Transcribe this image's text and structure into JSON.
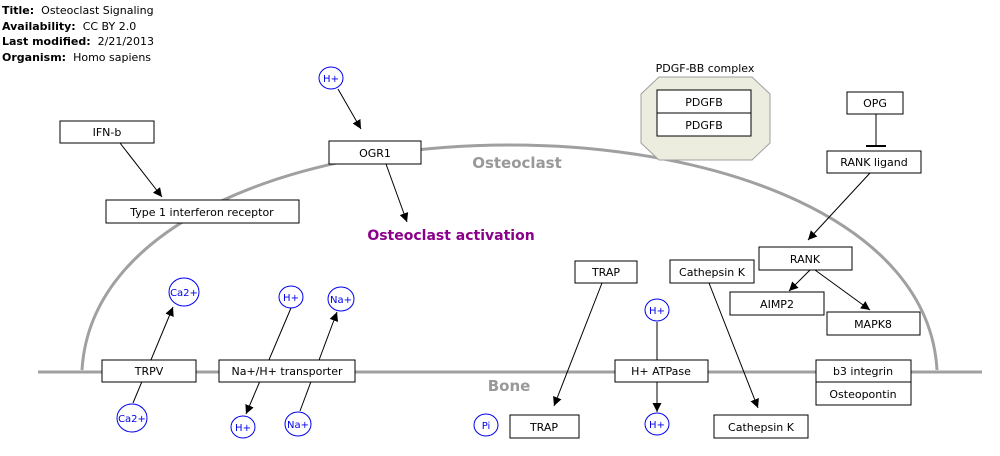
{
  "info": {
    "title_label": "Title:",
    "title": "Osteoclast Signaling",
    "availability_label": "Availability:",
    "availability": "CC BY 2.0",
    "modified_label": "Last modified:",
    "modified": "2/21/2013",
    "organism_label": "Organism:",
    "organism": "Homo sapiens"
  },
  "labels": {
    "osteoclast": "Osteoclast",
    "bone": "Bone",
    "activation": "Osteoclast activation",
    "complex": "PDGF-BB complex"
  },
  "genes": {
    "ifn_b": "IFN-b",
    "type1_ifn_receptor": "Type 1 interferon receptor",
    "ogr1": "OGR1",
    "pdgfb_1": "PDGFB",
    "pdgfb_2": "PDGFB",
    "opg": "OPG",
    "rank_ligand": "RANK ligand",
    "rank": "RANK",
    "aimp2": "AIMP2",
    "mapk8": "MAPK8",
    "trap_top": "TRAP",
    "cathepsin_k_top": "Cathepsin K",
    "trpv": "TRPV",
    "na_h_transporter": "Na+/H+ transporter",
    "h_atpase": "H+ ATPase",
    "b3_integrin": "b3 integrin",
    "osteopontin": "Osteopontin",
    "trap_bottom": "TRAP",
    "cathepsin_k_bottom": "Cathepsin K"
  },
  "metabolites": {
    "h_ogr1": "H+",
    "ca_top": "Ca2+",
    "ca_bottom": "Ca2+",
    "h_na_top": "H+",
    "na_top": "Na+",
    "h_na_bottom": "H+",
    "na_bottom": "Na+",
    "h_atp_top": "H+",
    "h_atp_bottom": "H+",
    "pi": "Pi"
  },
  "colors": {
    "membrane": "#a0a0a0",
    "metabolite": "#0000ee",
    "activation": "#8b008b",
    "complex_fill": "#ececdf",
    "label_grey": "#999999"
  }
}
